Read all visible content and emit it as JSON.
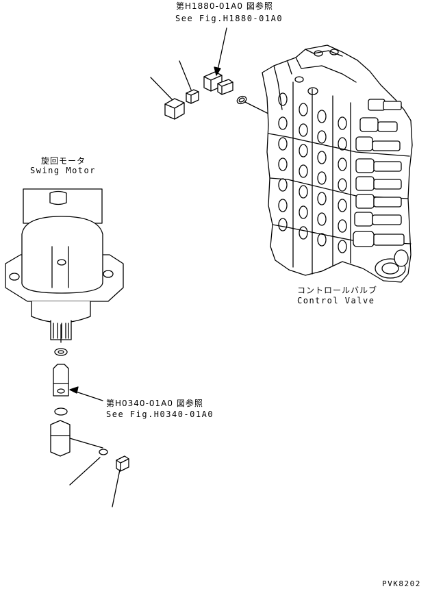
{
  "labels": {
    "ref_top_ja": "第H1880-01A0 図参照",
    "ref_top_en": "See Fig.H1880-01A0",
    "swing_motor_ja": "旋回モータ",
    "swing_motor_en": "Swing Motor",
    "control_valve_ja": "コントロールバルブ",
    "control_valve_en": "Control Valve",
    "ref_mid_ja": "第H0340-01A0 図参照",
    "ref_mid_en": "See Fig.H0340-01A0",
    "drawing_code": "PVK8202"
  },
  "colors": {
    "line": "#000000",
    "background": "#ffffff"
  }
}
